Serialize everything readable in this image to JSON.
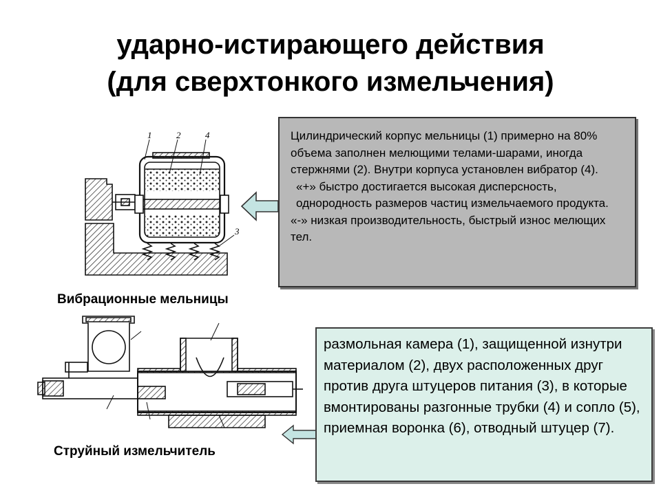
{
  "title": {
    "line1": "ударно-истирающего действия",
    "line2": "(для сверхтонкого измельчения)"
  },
  "vibration_mill": {
    "caption": "Вибрационные мельницы",
    "part_numbers": [
      "1",
      "2",
      "4",
      "3"
    ],
    "description": [
      "Цилиндрический корпус мельницы (1) примерно на 80% объема заполнен мелющими телами-шарами, иногда стержнями (2). Внутри корпуса установлен вибратор (4).",
      "«+» быстро достигается высокая дисперсность, однородность размеров частиц измельчаемого продукта.",
      "«-» низкая производительность, быстрый износ мелющих тел."
    ]
  },
  "jet_mill": {
    "caption": "Струйный измельчитель",
    "description": "размольная камера (1), защищенной изнутри материалом (2), двух расположенных друг против друга штуцеров питания (3), в которые вмонтированы разгонные трубки (4) и сопло (5), приемная воронка (6), отводный штуцер (7)."
  },
  "colors": {
    "box1_bg": "#b8b8b8",
    "box2_bg": "#dcf0ea",
    "arrow_fill": "#c4e4e2"
  }
}
